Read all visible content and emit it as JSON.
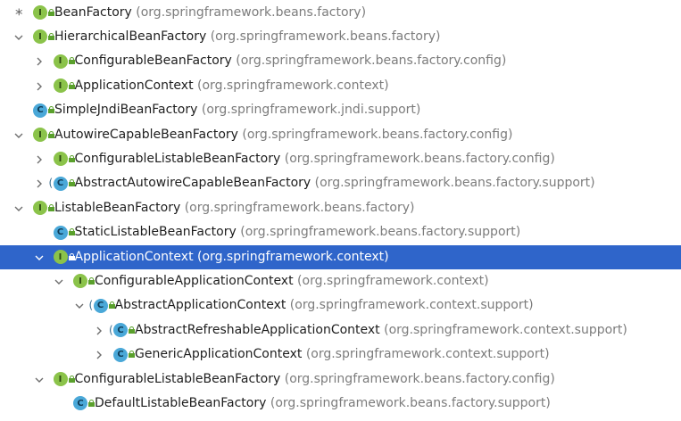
{
  "tree": {
    "nodes": [
      {
        "depth": 0,
        "arrow": "star",
        "kind": "interface",
        "name": "BeanFactory",
        "pkg": "(org.springframework.beans.factory)"
      },
      {
        "depth": 0,
        "arrow": "expanded",
        "kind": "interface",
        "name": "HierarchicalBeanFactory",
        "pkg": "(org.springframework.beans.factory)"
      },
      {
        "depth": 1,
        "arrow": "collapsed",
        "kind": "interface",
        "name": "ConfigurableBeanFactory",
        "pkg": "(org.springframework.beans.factory.config)"
      },
      {
        "depth": 1,
        "arrow": "collapsed",
        "kind": "interface",
        "name": "ApplicationContext",
        "pkg": "(org.springframework.context)"
      },
      {
        "depth": 0,
        "arrow": "none",
        "kind": "class",
        "name": "SimpleJndiBeanFactory",
        "pkg": "(org.springframework.jndi.support)"
      },
      {
        "depth": 0,
        "arrow": "expanded",
        "kind": "interface",
        "name": "AutowireCapableBeanFactory",
        "pkg": "(org.springframework.beans.factory.config)"
      },
      {
        "depth": 1,
        "arrow": "collapsed",
        "kind": "interface",
        "name": "ConfigurableListableBeanFactory",
        "pkg": "(org.springframework.beans.factory.config)"
      },
      {
        "depth": 1,
        "arrow": "collapsed",
        "kind": "abstract",
        "name": "AbstractAutowireCapableBeanFactory",
        "pkg": "(org.springframework.beans.factory.support)"
      },
      {
        "depth": 0,
        "arrow": "expanded",
        "kind": "interface",
        "name": "ListableBeanFactory",
        "pkg": "(org.springframework.beans.factory)"
      },
      {
        "depth": 1,
        "arrow": "none",
        "kind": "class",
        "name": "StaticListableBeanFactory",
        "pkg": "(org.springframework.beans.factory.support)"
      },
      {
        "depth": 1,
        "arrow": "expanded",
        "kind": "interface",
        "name": "ApplicationContext",
        "pkg": "(org.springframework.context)",
        "selected": true
      },
      {
        "depth": 2,
        "arrow": "expanded",
        "kind": "interface",
        "name": "ConfigurableApplicationContext",
        "pkg": "(org.springframework.context)"
      },
      {
        "depth": 3,
        "arrow": "expanded",
        "kind": "abstract",
        "name": "AbstractApplicationContext",
        "pkg": "(org.springframework.context.support)"
      },
      {
        "depth": 4,
        "arrow": "collapsed",
        "kind": "abstract",
        "name": "AbstractRefreshableApplicationContext",
        "pkg": "(org.springframework.context.support)"
      },
      {
        "depth": 4,
        "arrow": "collapsed",
        "kind": "class",
        "name": "GenericApplicationContext",
        "pkg": "(org.springframework.context.support)"
      },
      {
        "depth": 1,
        "arrow": "expanded",
        "kind": "interface",
        "name": "ConfigurableListableBeanFactory",
        "pkg": "(org.springframework.beans.factory.config)"
      },
      {
        "depth": 2,
        "arrow": "none",
        "kind": "class",
        "name": "DefaultListableBeanFactory",
        "pkg": "(org.springframework.beans.factory.support)"
      }
    ],
    "icon_letters": {
      "interface": "I",
      "class": "C",
      "abstract": "C"
    },
    "colors": {
      "selection": "#2f65ca",
      "interface_icon": "#8bc34a",
      "class_icon": "#4aa8d8",
      "package_text": "#7c7c7c"
    }
  }
}
